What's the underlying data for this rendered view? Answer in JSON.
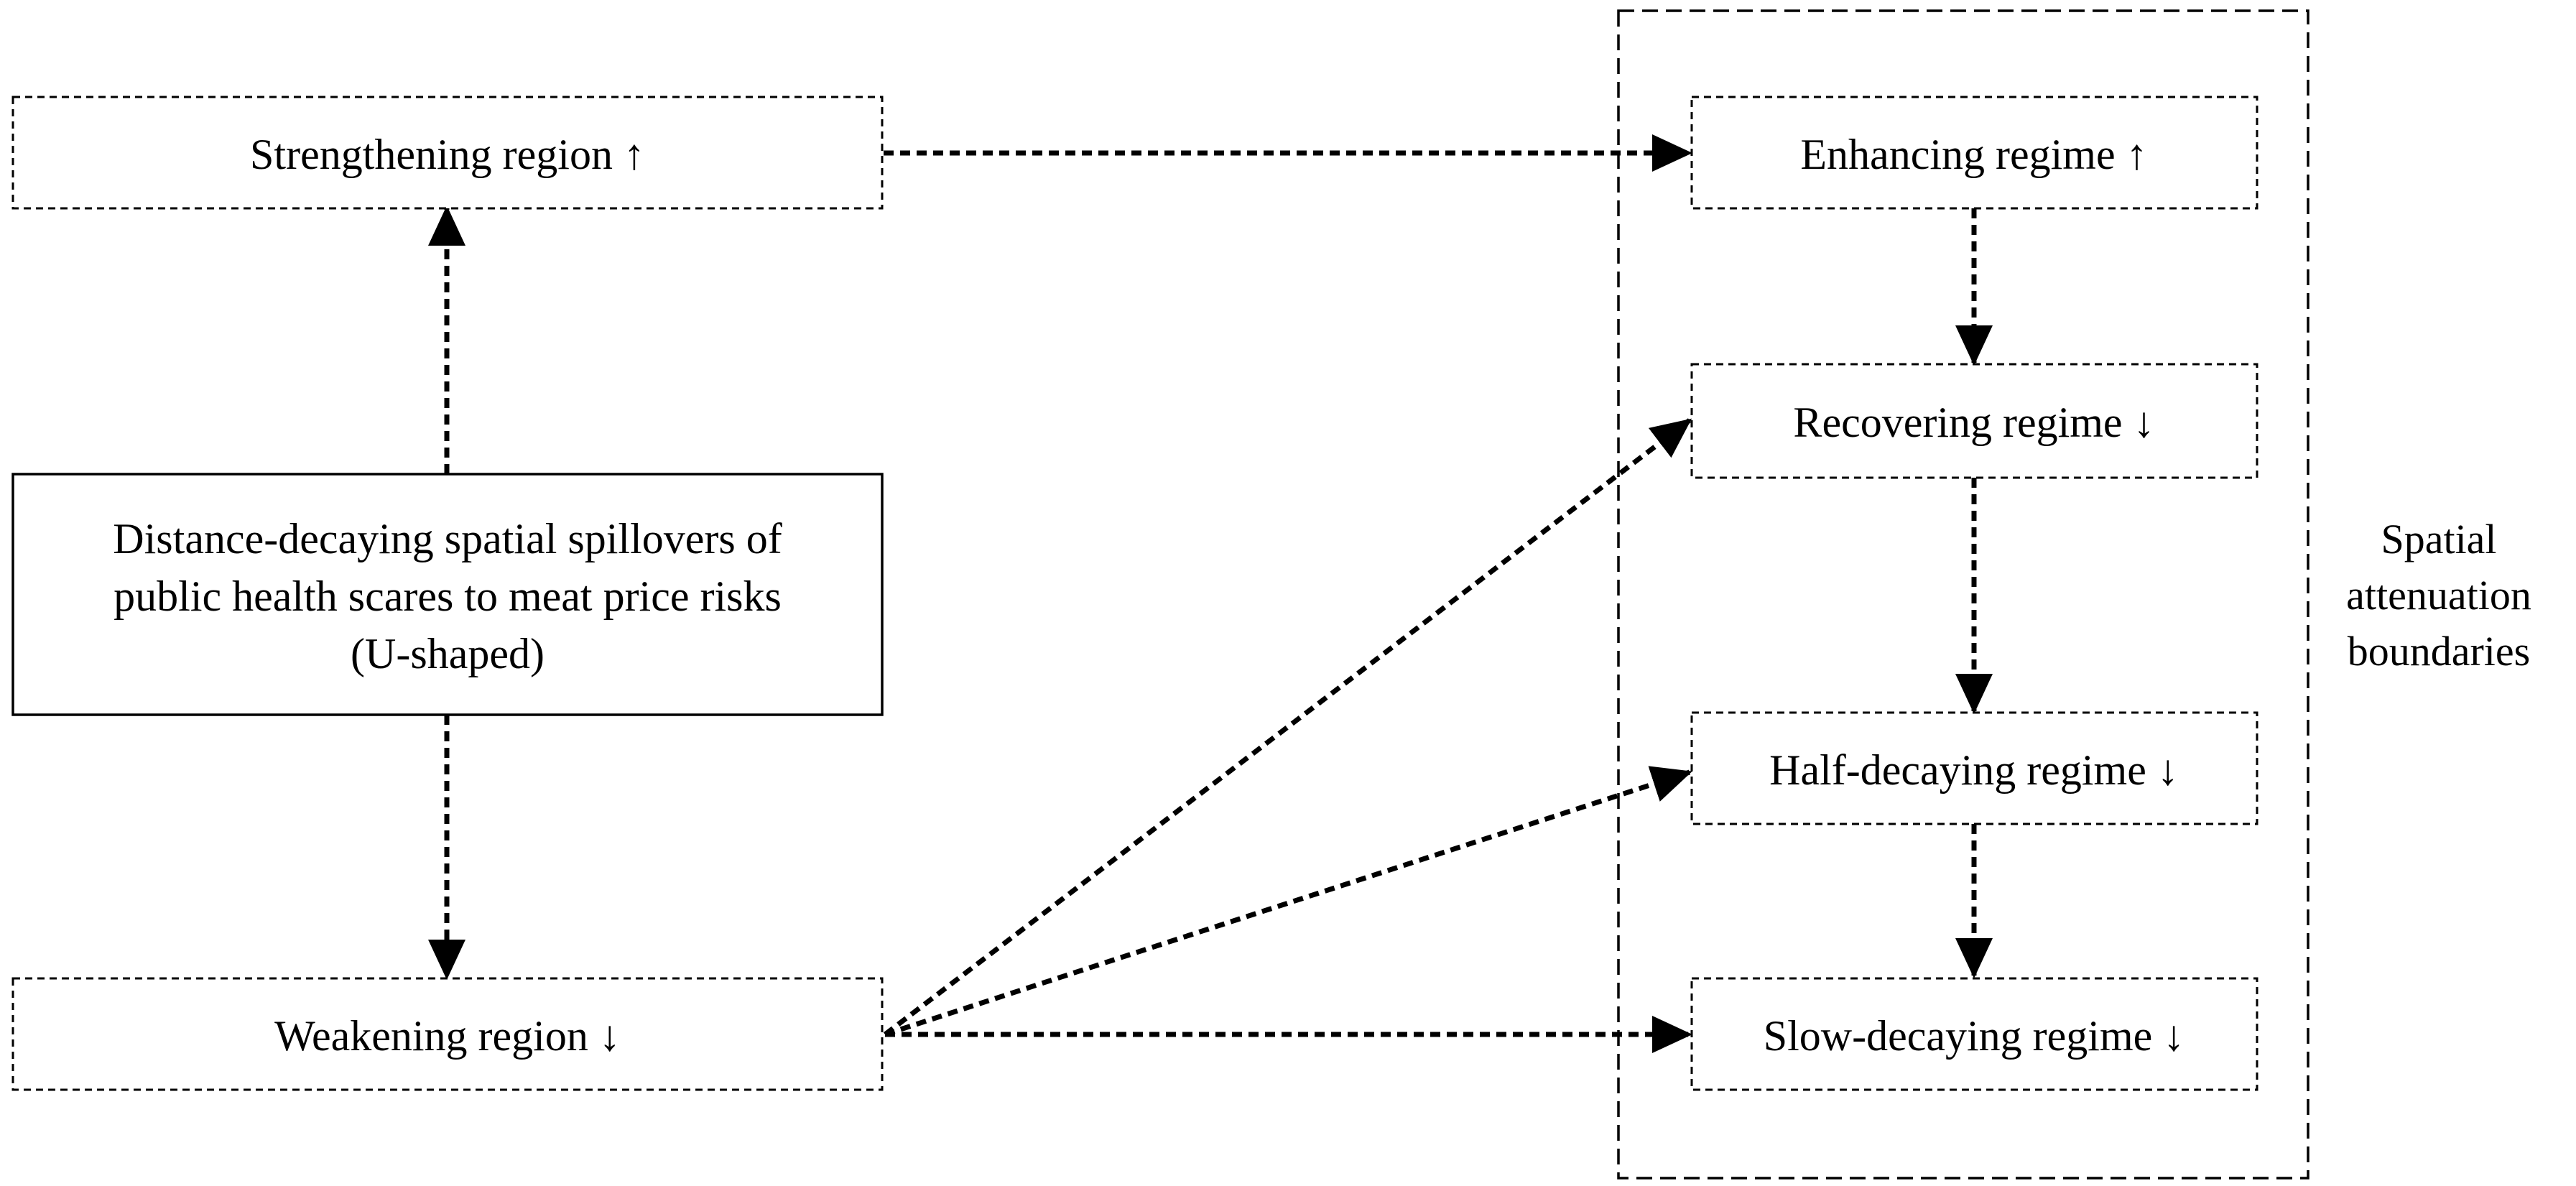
{
  "diagram": {
    "nodes": {
      "strengthening": {
        "label": "Strengthening region ↑"
      },
      "weakening": {
        "label": "Weakening region ↓"
      },
      "central": {
        "lines": [
          "Distance-decaying spatial spillovers of",
          "public health scares to meat price risks",
          "(U-shaped)"
        ]
      },
      "enhancing": {
        "label": "Enhancing regime ↑"
      },
      "recovering": {
        "label": "Recovering regime ↓"
      },
      "half_decaying": {
        "label": "Half-decaying regime ↓"
      },
      "slow_decaying": {
        "label": "Slow-decaying regime ↓"
      }
    },
    "group": {
      "label_lines": [
        "Spatial",
        "attenuation",
        "boundaries"
      ]
    },
    "edges": [
      {
        "from": "central",
        "to": "strengthening"
      },
      {
        "from": "central",
        "to": "weakening"
      },
      {
        "from": "strengthening",
        "to": "enhancing"
      },
      {
        "from": "weakening",
        "to": "recovering"
      },
      {
        "from": "weakening",
        "to": "half_decaying"
      },
      {
        "from": "weakening",
        "to": "slow_decaying"
      },
      {
        "from": "enhancing",
        "to": "recovering"
      },
      {
        "from": "recovering",
        "to": "half_decaying"
      },
      {
        "from": "half_decaying",
        "to": "slow_decaying"
      }
    ]
  }
}
